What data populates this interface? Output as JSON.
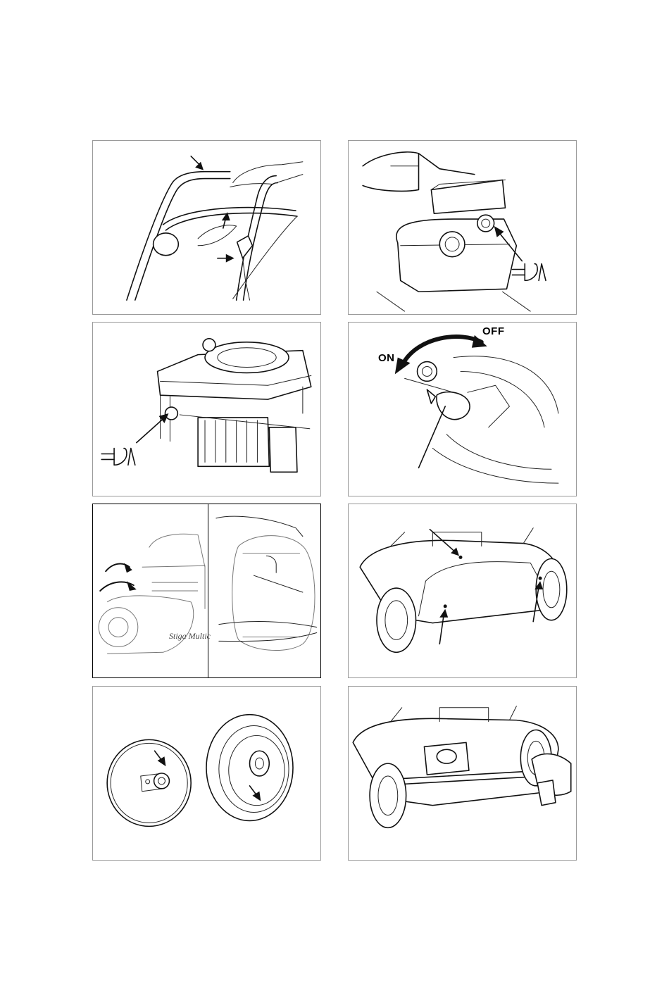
{
  "figures": {
    "fuel_valve": {
      "on_label": "ON",
      "off_label": "OFF"
    },
    "mower_side": {
      "brand_text": "Stiga Multic"
    }
  },
  "colors": {
    "line": "#111111",
    "frame": "#9a9a9a",
    "background": "#ffffff"
  },
  "icons": [
    "arrow-icon",
    "plug-icon",
    "curved-arrow-icon"
  ]
}
